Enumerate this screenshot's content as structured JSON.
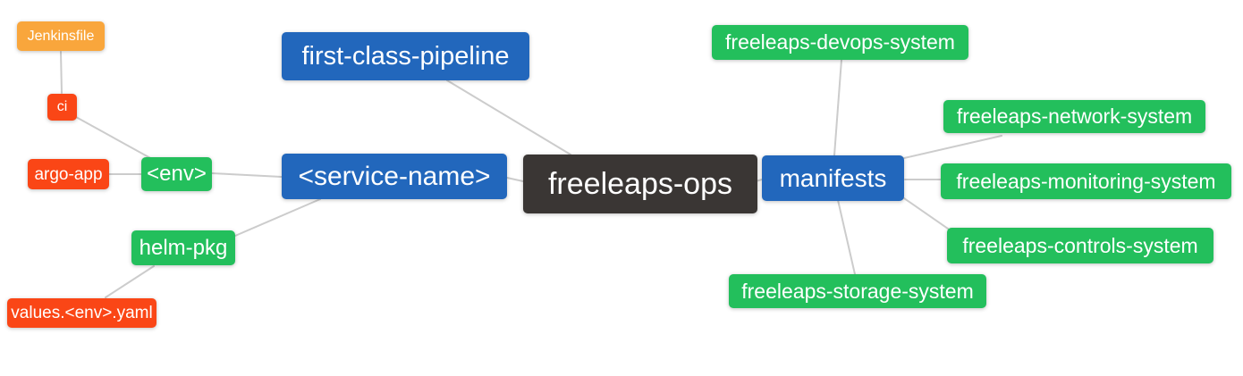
{
  "diagram": {
    "type": "mindmap",
    "background": "#ffffff",
    "palette": {
      "dark": "#3a3634",
      "blue": "#2267bc",
      "green": "#23bf5c",
      "red": "#fa4616",
      "orange": "#f9a63c",
      "text": "#ffffff",
      "edge": "#cccccc"
    },
    "root": "freeleaps-ops",
    "nodes": [
      {
        "id": "jenkinsfile",
        "label": "Jenkinsfile",
        "color": "orange"
      },
      {
        "id": "ci",
        "label": "ci",
        "color": "red"
      },
      {
        "id": "argo-app",
        "label": "argo-app",
        "color": "red"
      },
      {
        "id": "env",
        "label": "<env>",
        "color": "green"
      },
      {
        "id": "helm-pkg",
        "label": "helm-pkg",
        "color": "green"
      },
      {
        "id": "values-env-yaml",
        "label": "values.<env>.yaml",
        "color": "red"
      },
      {
        "id": "service-name",
        "label": "<service-name>",
        "color": "blue"
      },
      {
        "id": "first-class-pipeline",
        "label": "first-class-pipeline",
        "color": "blue"
      },
      {
        "id": "freeleaps-ops",
        "label": "freeleaps-ops",
        "color": "dark"
      },
      {
        "id": "manifests",
        "label": "manifests",
        "color": "blue"
      },
      {
        "id": "freeleaps-devops-system",
        "label": "freeleaps-devops-system",
        "color": "green"
      },
      {
        "id": "freeleaps-network-system",
        "label": "freeleaps-network-system",
        "color": "green"
      },
      {
        "id": "freeleaps-monitoring-system",
        "label": "freeleaps-monitoring-system",
        "color": "green"
      },
      {
        "id": "freeleaps-controls-system",
        "label": "freeleaps-controls-system",
        "color": "green"
      },
      {
        "id": "freeleaps-storage-system",
        "label": "freeleaps-storage-system",
        "color": "green"
      }
    ],
    "edges": [
      {
        "from": "jenkinsfile",
        "to": "ci"
      },
      {
        "from": "ci",
        "to": "env"
      },
      {
        "from": "argo-app",
        "to": "env"
      },
      {
        "from": "env",
        "to": "service-name"
      },
      {
        "from": "service-name",
        "to": "helm-pkg"
      },
      {
        "from": "helm-pkg",
        "to": "values-env-yaml"
      },
      {
        "from": "service-name",
        "to": "freeleaps-ops"
      },
      {
        "from": "first-class-pipeline",
        "to": "freeleaps-ops"
      },
      {
        "from": "freeleaps-ops",
        "to": "manifests"
      },
      {
        "from": "manifests",
        "to": "freeleaps-devops-system"
      },
      {
        "from": "manifests",
        "to": "freeleaps-network-system"
      },
      {
        "from": "manifests",
        "to": "freeleaps-monitoring-system"
      },
      {
        "from": "manifests",
        "to": "freeleaps-controls-system"
      },
      {
        "from": "manifests",
        "to": "freeleaps-storage-system"
      }
    ]
  }
}
